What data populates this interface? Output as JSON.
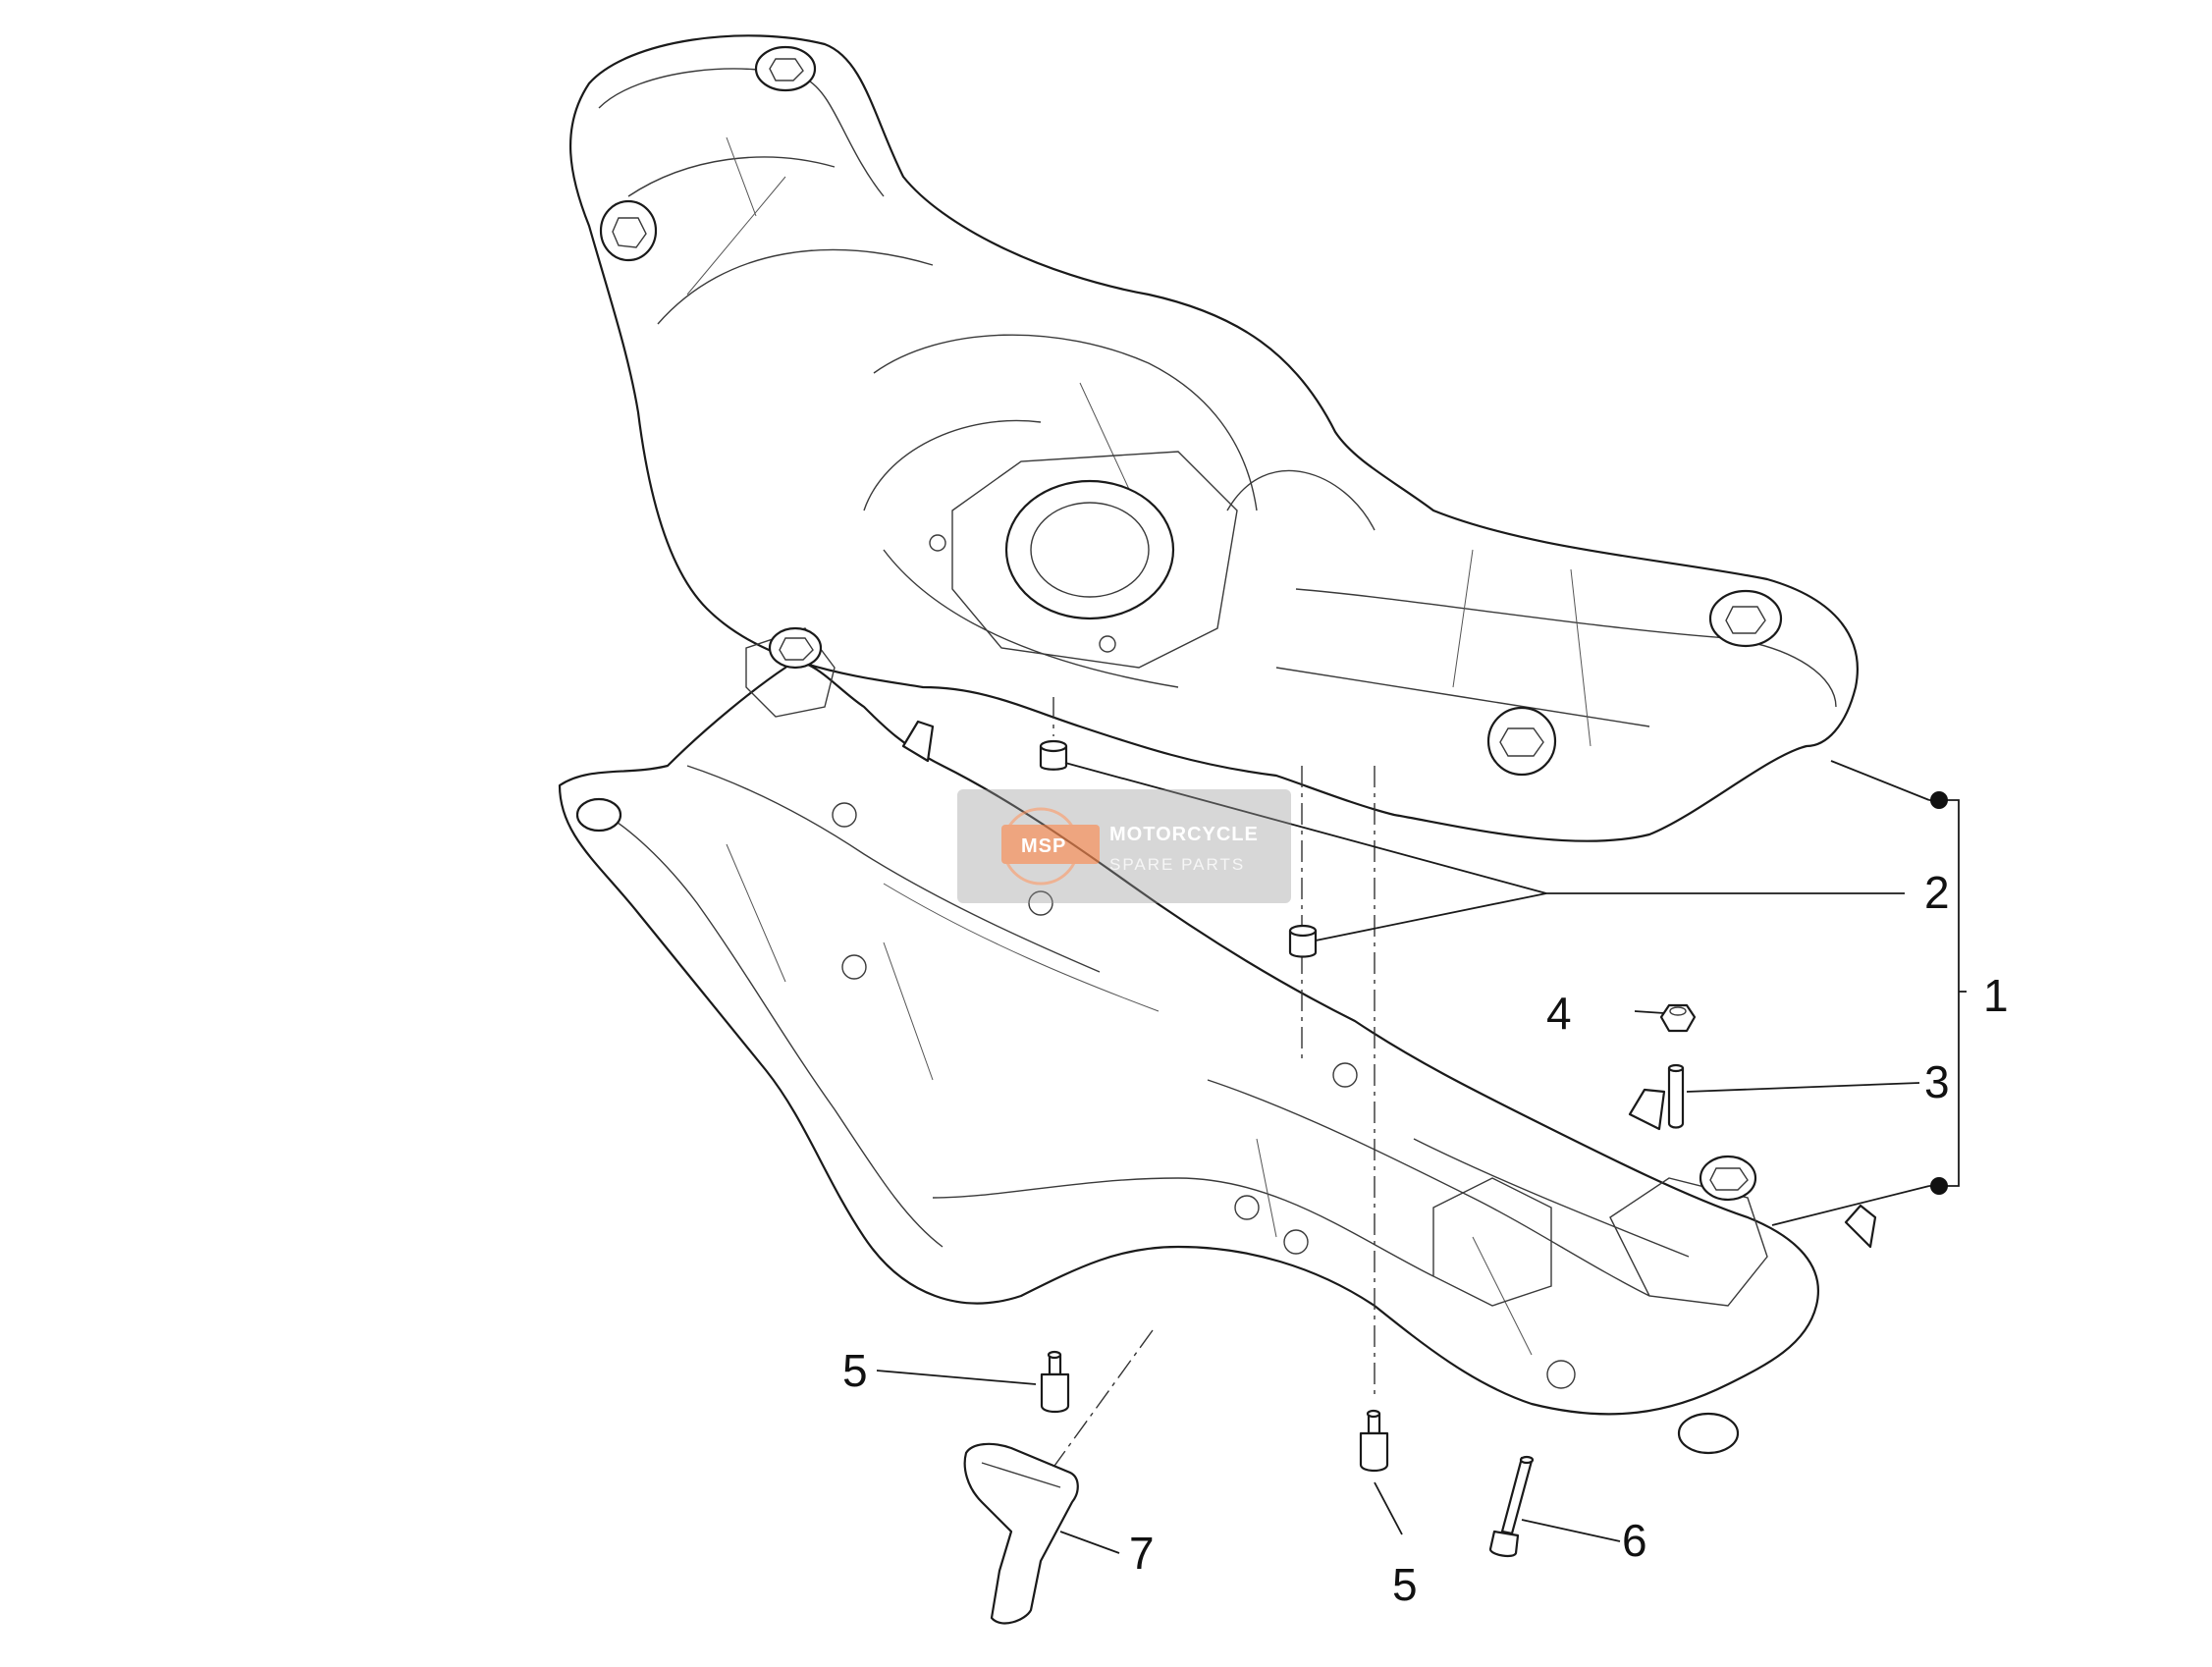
{
  "callouts": {
    "c1": "1",
    "c2": "2",
    "c3": "3",
    "c4": "4",
    "c5a": "5",
    "c5b": "5",
    "c6": "6",
    "c7": "7"
  },
  "watermark": {
    "logo": "MSP",
    "line1": "MOTORCYCLE",
    "line2": "SPARE PARTS"
  },
  "icons": {
    "bullet_top": "filled-dot-icon",
    "bullet_bottom": "filled-dot-icon",
    "bracket": "bracket-icon"
  }
}
